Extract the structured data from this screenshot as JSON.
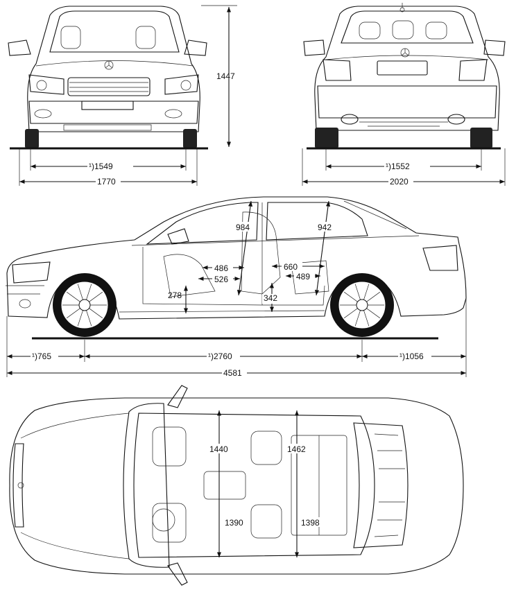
{
  "views": {
    "front": {
      "height": "1447",
      "track": "¹)1549",
      "width": "1770"
    },
    "rear": {
      "track": "¹)1552",
      "width_mirrors": "2020"
    },
    "side": {
      "overhang_front": "¹)765",
      "wheelbase": "¹)2760",
      "overhang_rear": "¹)1056",
      "length": "4581",
      "headroom_front": "984",
      "headroom_rear": "942",
      "legroom_front": "486",
      "legroom_rear": "660",
      "seat_depth_front": "526",
      "seat_depth_rear": "489",
      "seat_height_front": "278",
      "seat_height_rear": "342"
    },
    "top": {
      "shoulder_front": "1440",
      "shoulder_rear": "1462",
      "hip_front": "1390",
      "hip_rear": "1398"
    }
  }
}
